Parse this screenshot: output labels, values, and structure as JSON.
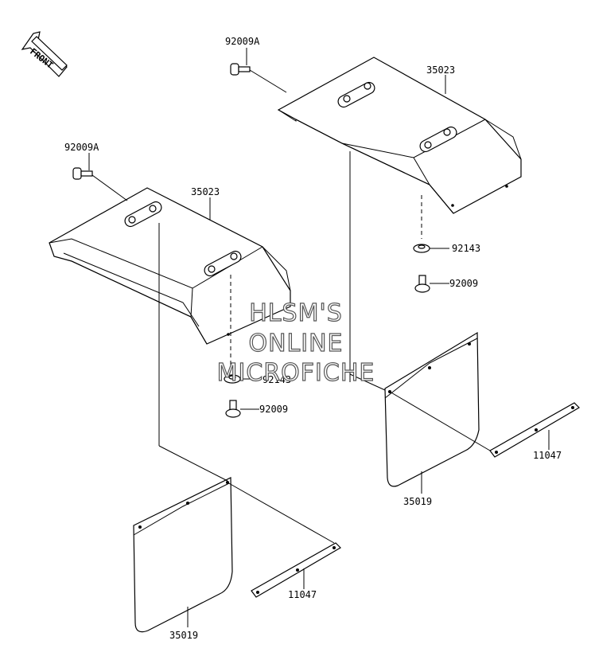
{
  "front_label": "FRONT",
  "parts": {
    "bolt_a_upper": "92009A",
    "bolt_a_lower": "92009A",
    "fender_upper": "35023",
    "fender_lower": "35023",
    "washer_right": "92143",
    "washer_left": "92143",
    "bolt_right": "92009",
    "bolt_left": "92009",
    "flap_right": "35019",
    "flap_left": "35019",
    "bracket_right": "11047",
    "bracket_left": "11047"
  },
  "watermark": {
    "line1": "HLSM'S",
    "line2": "ONLINE",
    "line3": "MICROFICHE"
  }
}
